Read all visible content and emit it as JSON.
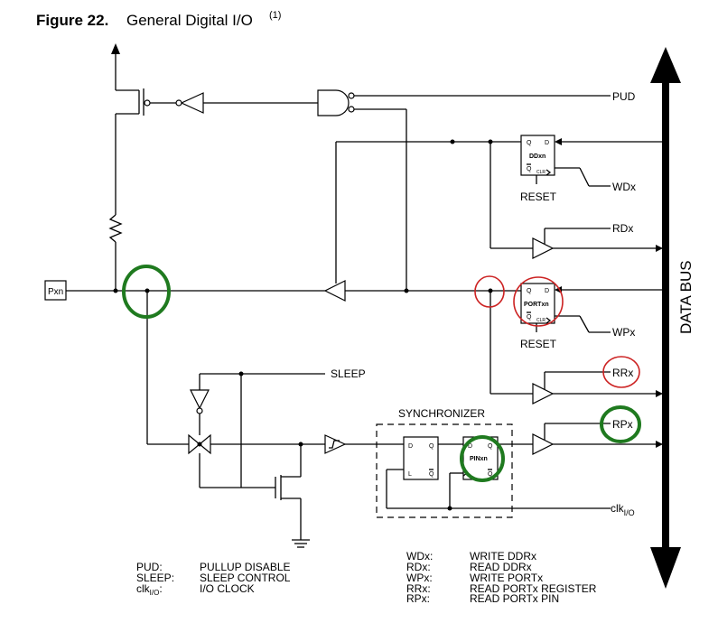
{
  "figure": {
    "number": "Figure 22.",
    "title": "General Digital I/O",
    "superscript": "(1)"
  },
  "signals": {
    "pud": "PUD",
    "wdx": "WDx",
    "rdx": "RDx",
    "wpx": "WPx",
    "rrx": "RRx",
    "rpx": "RPx",
    "clk_main": "clk",
    "clk_sub": "I/O",
    "sleep": "SLEEP",
    "reset_ddr": "RESET",
    "reset_port": "RESET",
    "pin": "Pxn",
    "data_bus": "DATA BUS",
    "synchronizer": "SYNCHRONIZER"
  },
  "blocks": {
    "ddxn": {
      "name": "DDxn",
      "q": "Q",
      "d": "D",
      "qbar": "Q",
      "clr": "CLR"
    },
    "portxn": {
      "name": "PORTxn",
      "q": "Q",
      "d": "D",
      "qbar": "Q",
      "clr": "CLR"
    },
    "pinxn": {
      "name": "PINxn",
      "d": "D",
      "q": "Q",
      "qbar": "Q"
    },
    "latch": {
      "d": "D",
      "q": "Q",
      "l": "L",
      "qbar": "Q"
    }
  },
  "legend_left": [
    {
      "key": "PUD:",
      "value": "PULLUP DISABLE"
    },
    {
      "key": "SLEEP:",
      "value": "SLEEP CONTROL"
    },
    {
      "key": "clk",
      "key_sub": "I/O",
      "key_suffix": ":",
      "value": "I/O CLOCK"
    }
  ],
  "legend_right": [
    {
      "key": "WDx:",
      "value": "WRITE DDRx"
    },
    {
      "key": "RDx:",
      "value": "READ DDRx"
    },
    {
      "key": "WPx:",
      "value": "WRITE PORTx"
    },
    {
      "key": "RRx:",
      "value": "READ PORTx REGISTER"
    },
    {
      "key": "RPx:",
      "value": "READ PORTx PIN"
    }
  ],
  "colors": {
    "highlight_green": "#1f7a1f",
    "highlight_red": "#cc2222",
    "line": "#000000"
  }
}
